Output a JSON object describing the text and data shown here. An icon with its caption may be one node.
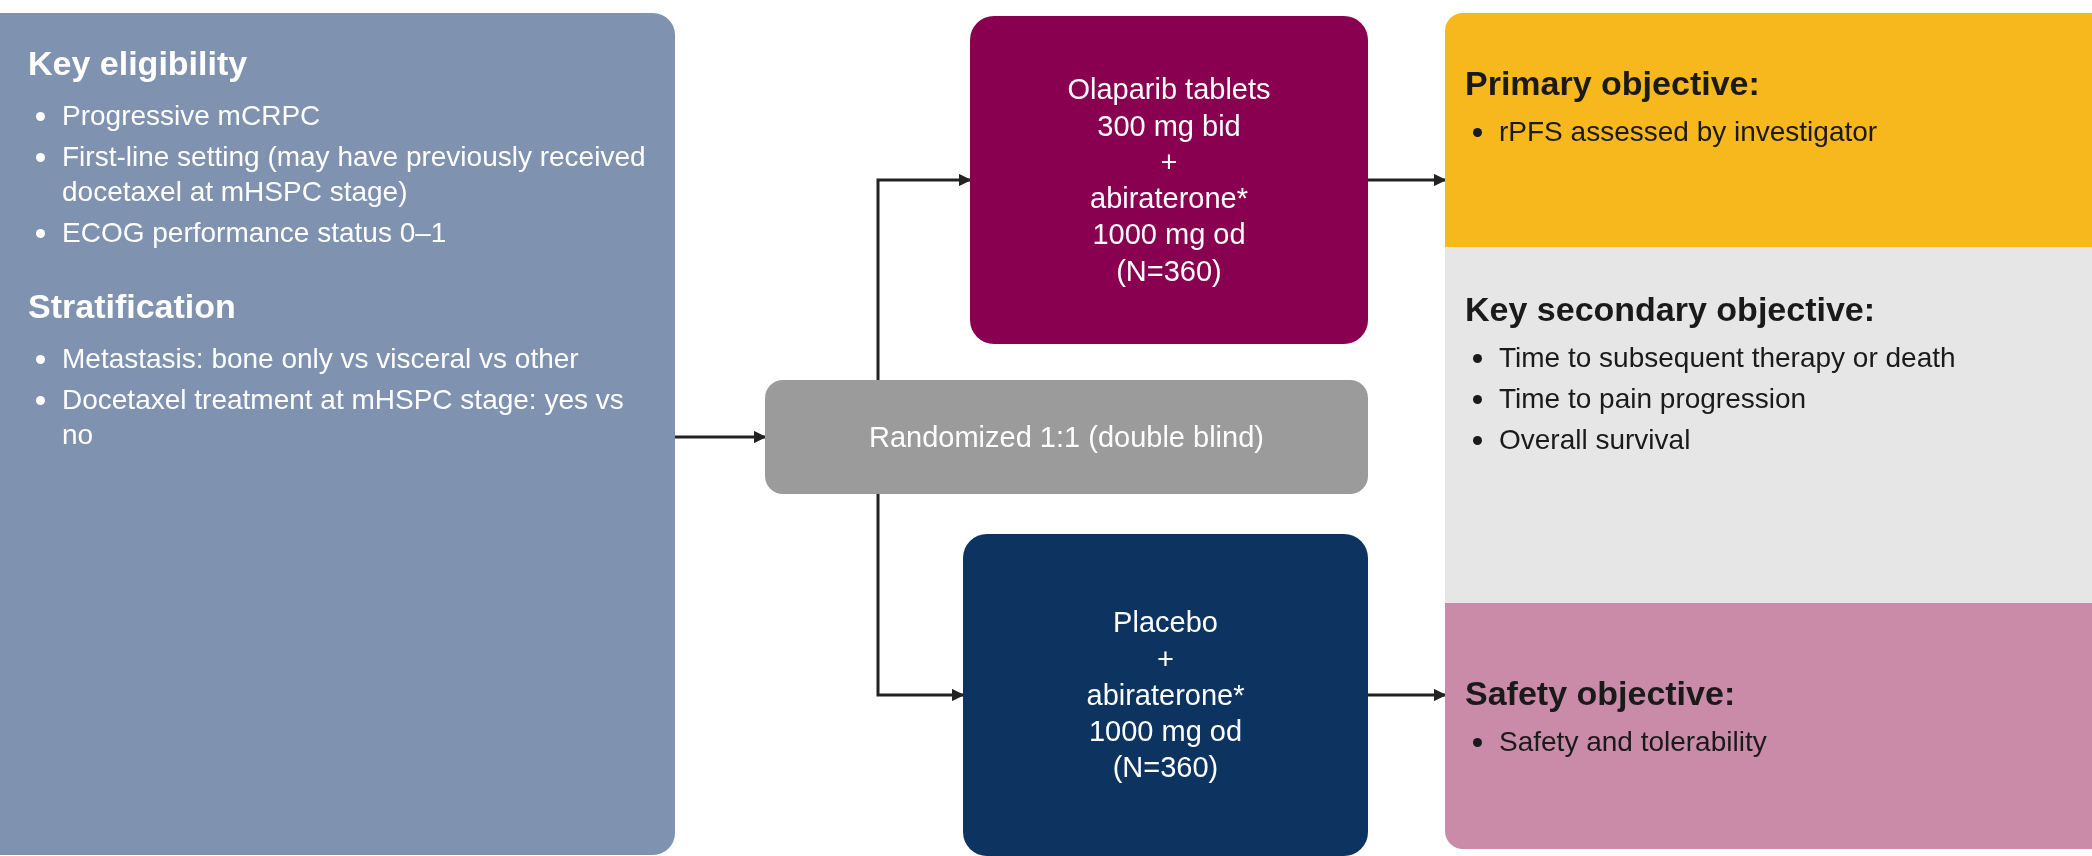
{
  "diagram": {
    "nodes": [
      {
        "text": [
          "Key eligibility",
          "Progressive mCRPC",
          "First-line setting (may have previously received docetaxel at mHSPC stage)",
          "ECOG performance status 0–1",
          "Stratification",
          "Metastasis: bone only vs visceral vs other",
          "Docetaxel treatment at mHSPC stage: yes vs no"
        ]
      },
      {
        "text": [
          "Randomized 1:1 (double blind)"
        ]
      },
      {
        "text": [
          "Olaparib tablets",
          "300 mg bid",
          "+",
          "abiraterone*",
          "1000 mg od",
          "(N=360)"
        ]
      },
      {
        "text": [
          "Placebo",
          "+",
          "abiraterone*",
          "1000 mg od",
          "(N=360)"
        ]
      },
      {
        "text": [
          "Primary objective:",
          "rPFS assessed by investigator"
        ]
      },
      {
        "text": [
          "Key secondary objective:",
          "Time to subsequent therapy or death",
          "Time to pain progression",
          "Overall survival"
        ]
      },
      {
        "text": [
          "Safety objective:",
          "Safety and tolerability"
        ]
      }
    ],
    "edges": [
      {
        "from": 0,
        "to": 1,
        "arrow": "to"
      },
      {
        "from": 1,
        "to": 2,
        "arrow": "to"
      },
      {
        "from": 1,
        "to": 3,
        "arrow": "to"
      },
      {
        "from": 2,
        "to": 4,
        "arrow": "to"
      },
      {
        "from": 3,
        "to": 6,
        "arrow": "to"
      }
    ]
  }
}
